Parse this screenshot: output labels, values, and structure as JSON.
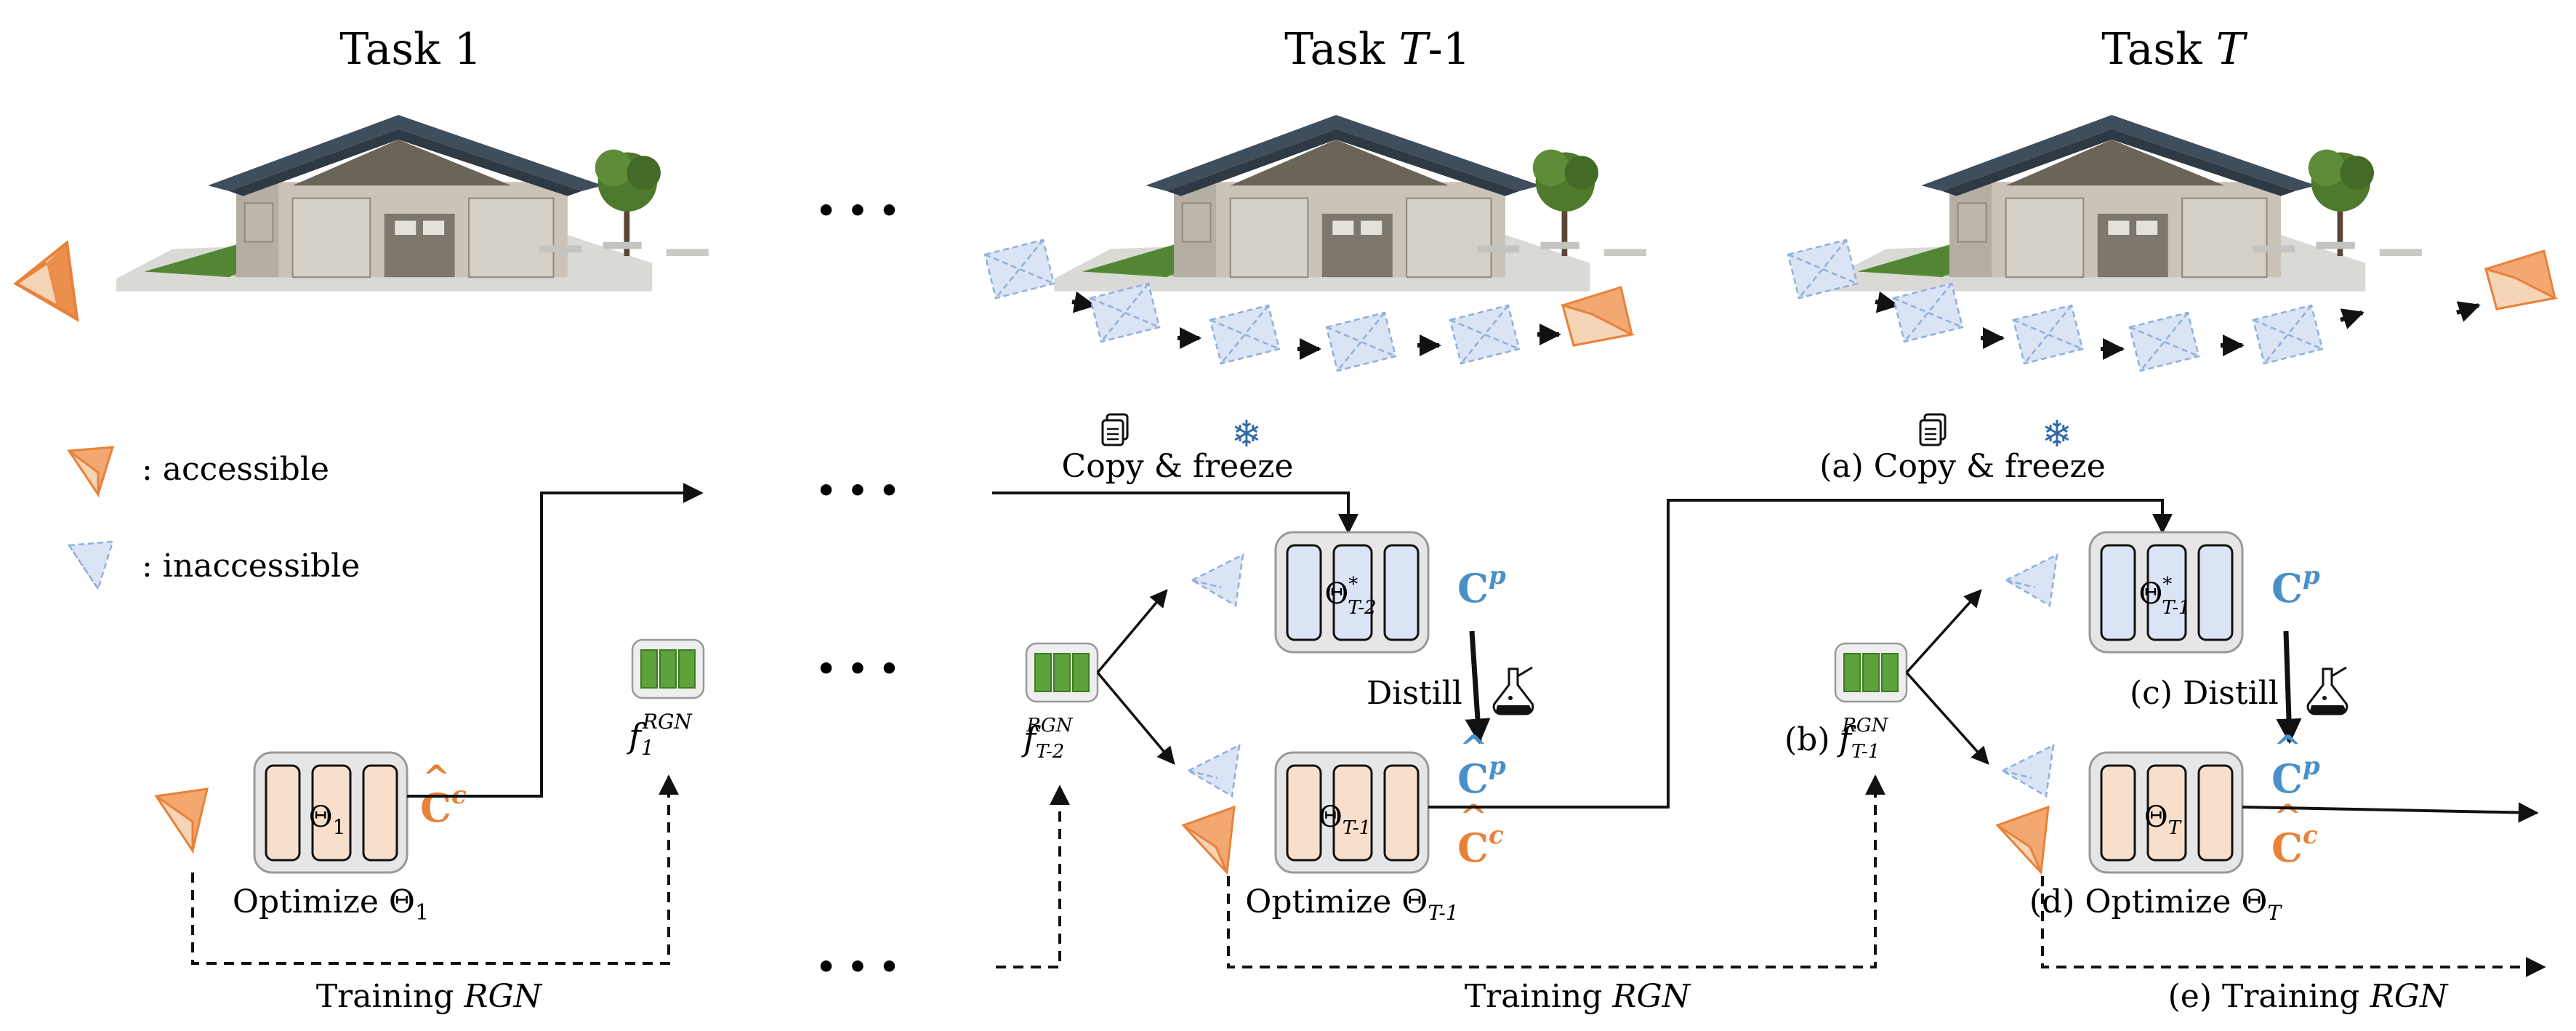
{
  "tasks": [
    {
      "prefix": "Task ",
      "num": "1"
    },
    {
      "prefix": "Task ",
      "num": "T",
      "suffix": "-1"
    },
    {
      "prefix": "Task ",
      "num": "T"
    }
  ],
  "ellipsis": "• • •",
  "legend": {
    "accessible": ": accessible",
    "inaccessible": ": inaccessible"
  },
  "labels": {
    "copy_freeze_1": "Copy & freeze",
    "copy_freeze_2": "(a) Copy & freeze",
    "distill_1": "Distill",
    "distill_2": "(c) Distill",
    "b_prefix": "(b)",
    "optimize_1": "Optimize Θ",
    "optimize_1_sub": "1",
    "optimize_2": "Optimize Θ",
    "optimize_2_sub": "T-1",
    "optimize_3": "(d) Optimize Θ",
    "optimize_3_sub": "T",
    "training_1": "Training ",
    "training_1_it": "RGN",
    "training_2": "Training ",
    "training_2_it": "RGN",
    "training_3": "(e) Training ",
    "training_3_it": "RGN"
  },
  "models": {
    "m1": {
      "theta": "Θ",
      "sub": "1"
    },
    "m2_frozen": {
      "theta": "Θ",
      "sup": "*",
      "sub": "T-2"
    },
    "m2": {
      "theta": "Θ",
      "sub": "T-1"
    },
    "m3_frozen": {
      "theta": "Θ",
      "sup": "*",
      "sub": "T-1"
    },
    "m3": {
      "theta": "Θ",
      "sub": "T"
    }
  },
  "rgn": {
    "f": "f",
    "sup": "RGN",
    "sub1": "1",
    "sub2": "T-2",
    "sub3": "T-1"
  },
  "codebooks": {
    "C": "C",
    "c_sup": "c",
    "p_sup": "p",
    "hat": "^"
  },
  "colors": {
    "orange": "#e8823a",
    "orange_fill": "#f6d4b6",
    "blue": "#4a90c8",
    "blue_light": "#dbe4f4",
    "green": "#5da23a",
    "box_gray": "#e6e6e6"
  }
}
